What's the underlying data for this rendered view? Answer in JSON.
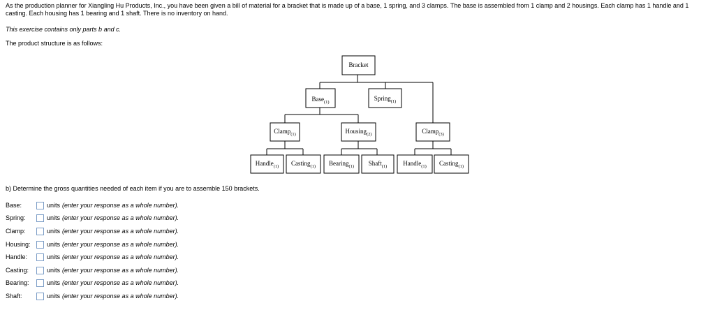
{
  "intro": "As the production planner for Xiangling Hu Products, Inc., you have been given a bill of material for a bracket that is made up of a base, 1 spring, and 3 clamps. The base is assembled from 1 clamp and 2 housings. Each clamp has 1 handle and 1 casting. Each housing has 1 bearing and 1 shaft. There is no inventory on hand.",
  "note": "This exercise contains only parts b and c.",
  "structure_label": "The product structure is as follows:",
  "tree": {
    "root": {
      "name": "Bracket"
    },
    "base": {
      "name": "Base",
      "qty": "(1)"
    },
    "spring": {
      "name": "Spring",
      "qty": "(1)"
    },
    "clamp_left": {
      "name": "Clamp",
      "qty": "(1)"
    },
    "housing": {
      "name": "Housing",
      "qty": "(2)"
    },
    "clamp_right": {
      "name": "Clamp",
      "qty": "(3)"
    },
    "handle_left": {
      "name": "Handle",
      "qty": "(1)"
    },
    "casting_left": {
      "name": "Casting",
      "qty": "(1)"
    },
    "bearing": {
      "name": "Bearing",
      "qty": "(1)"
    },
    "shaft": {
      "name": "Shaft",
      "qty": "(1)"
    },
    "handle_right": {
      "name": "Handle",
      "qty": "(1)"
    },
    "casting_right": {
      "name": "Casting",
      "qty": "(1)"
    }
  },
  "question": "b) Determine the gross quantities needed of each item if you are to assemble 150 brackets.",
  "answers": {
    "units_label": "units",
    "hint": "(enter your response as a whole number).",
    "rows": [
      {
        "label": "Base:",
        "value": ""
      },
      {
        "label": "Spring:",
        "value": ""
      },
      {
        "label": "Clamp:",
        "value": ""
      },
      {
        "label": "Housing:",
        "value": ""
      },
      {
        "label": "Handle:",
        "value": ""
      },
      {
        "label": "Casting:",
        "value": ""
      },
      {
        "label": "Bearing:",
        "value": ""
      },
      {
        "label": "Shaft:",
        "value": ""
      }
    ]
  }
}
